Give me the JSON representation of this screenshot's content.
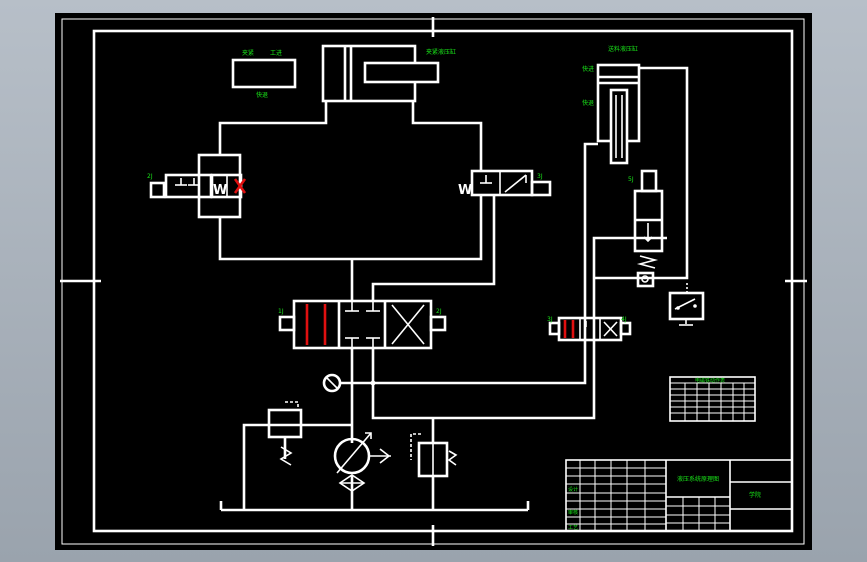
{
  "labels": {
    "cyl_left_note_a": "夹紧",
    "cyl_left_note_b": "工进",
    "cyl_left_note_c": "快退",
    "main_cylinder": "夹紧液压缸",
    "top_right_cylinder": "送料液压缸",
    "tr_cyl_note_a": "快进",
    "tr_cyl_note_b": "快退",
    "valve_left_tag": "2J",
    "valve_mid_right_tag": "3J",
    "main_valve_left_tag": "1J",
    "main_valve_right_tag": "2J",
    "small_valve_left_tag": "3J",
    "small_valve_right_tag": "4J",
    "solenoid_tag": "5J",
    "valve_spring_w": "W",
    "table_header": "电磁铁动作表",
    "title_block_name": "液压系统原理图",
    "title_block_org": "学院",
    "title_block_row_a": "设计",
    "title_block_row_b": "审核",
    "title_block_row_c": "工艺"
  },
  "colors": {
    "background": "#000000",
    "lines": "#ffffff",
    "text": "#19e619",
    "solenoid_marks": "#e01010",
    "window": "#9aa3ad"
  }
}
